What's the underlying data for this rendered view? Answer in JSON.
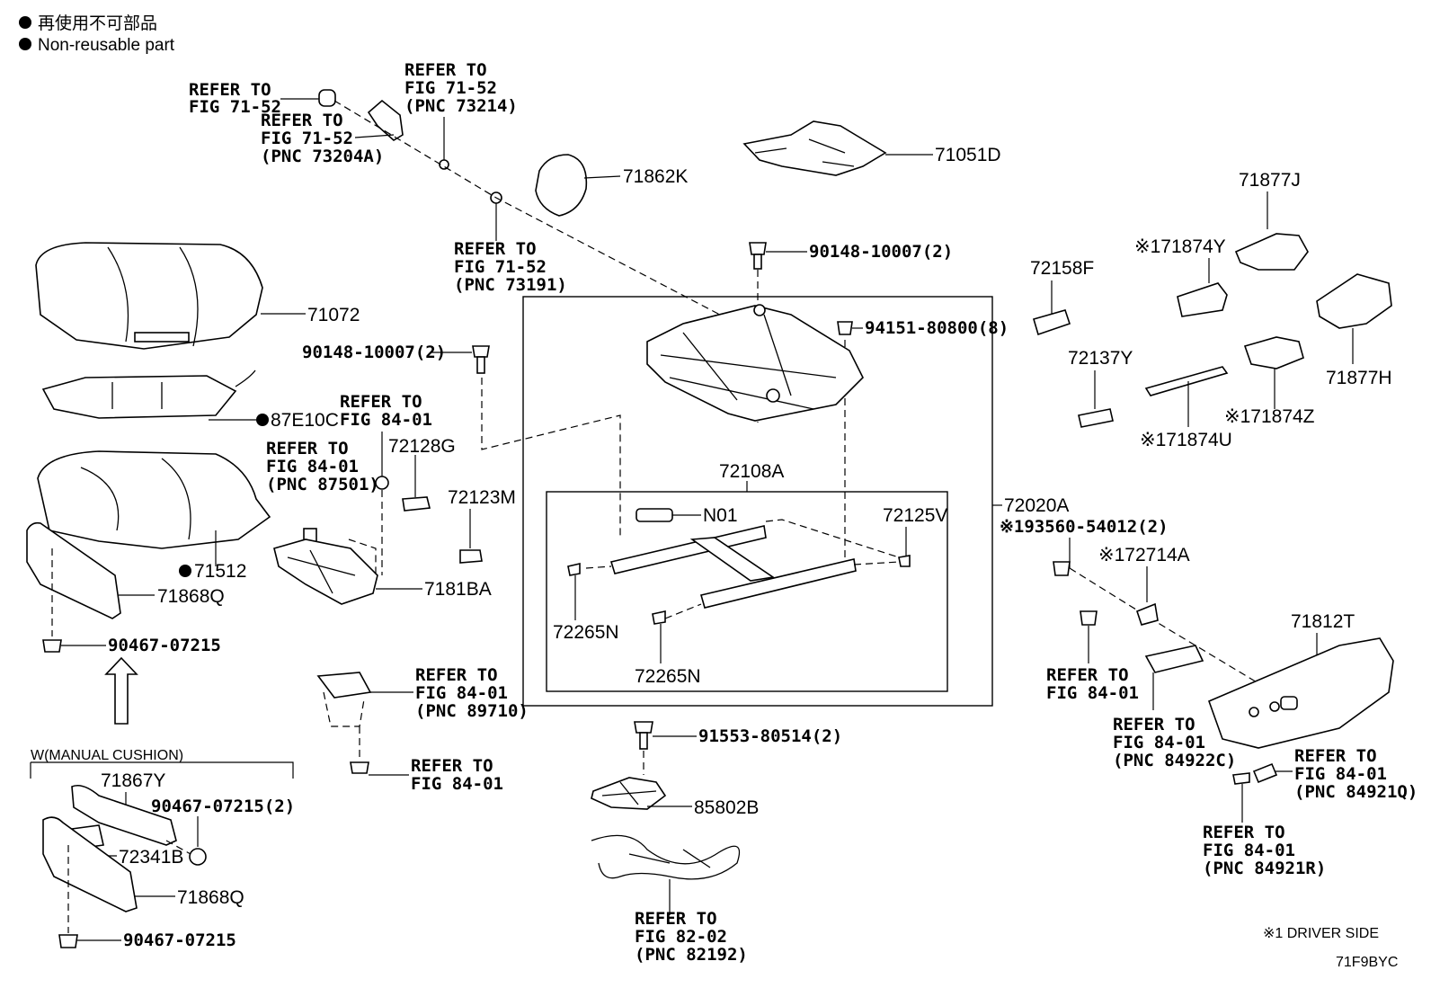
{
  "legend": {
    "line1": "再使用不可部品",
    "line2": "Non-reusable part"
  },
  "labels": {
    "p71072": "71072",
    "p87E10C": "87E10C",
    "p71512": "71512",
    "p71868Q_a": "71868Q",
    "p90467_a": "90467-07215",
    "p90148_a": "90148-10007(2)",
    "p72128G": "72128G",
    "p72123M": "72123M",
    "p7181BA": "7181BA",
    "p71862K": "71862K",
    "p71051D": "71051D",
    "p90148_b": "90148-10007(2)",
    "p94151": "94151-80800(8)",
    "p72108A": "72108A",
    "pN01": "N01",
    "p72125V": "72125V",
    "p72265N_a": "72265N",
    "p72265N_b": "72265N",
    "p72020A": "72020A",
    "p193560": "※193560-54012(2)",
    "p72714A": "※172714A",
    "p71812T": "71812T",
    "p72158F": "72158F",
    "p72137Y": "72137Y",
    "p71877J": "71877J",
    "p71874Y": "※171874Y",
    "p71877H": "71877H",
    "p71874Z": "※171874Z",
    "p71874U": "※171874U",
    "p91553": "91553-80514(2)",
    "p85802B": "85802B",
    "p71867Y": "71867Y",
    "p90467_2": "90467-07215(2)",
    "p72341B": "72341B",
    "p71868Q_b": "71868Q",
    "p90467_b": "90467-07215"
  },
  "refers": {
    "r1": [
      "REFER TO",
      "FIG 71-52"
    ],
    "r2": [
      "REFER TO",
      "FIG 71-52",
      "(PNC 73204A)"
    ],
    "r3": [
      "REFER TO",
      "FIG 71-52",
      "(PNC 73214)"
    ],
    "r4": [
      "REFER TO",
      "FIG 71-52",
      "(PNC 73191)"
    ],
    "r5": [
      "REFER TO",
      "FIG 84-01"
    ],
    "r6": [
      "REFER TO",
      "FIG 84-01",
      "(PNC 87501)"
    ],
    "r7": [
      "REFER TO",
      "FIG 84-01",
      "(PNC 89710)"
    ],
    "r8": [
      "REFER TO",
      "FIG 84-01"
    ],
    "r9": [
      "REFER TO",
      "FIG 82-02",
      "(PNC 82192)"
    ],
    "r10": [
      "REFER TO",
      "FIG 84-01"
    ],
    "r11": [
      "REFER TO",
      "FIG 84-01",
      "(PNC 84922C)"
    ],
    "r12": [
      "REFER TO",
      "FIG 84-01",
      "(PNC 84921Q)"
    ],
    "r13": [
      "REFER TO",
      "FIG 84-01",
      "(PNC 84921R)"
    ]
  },
  "manual_cushion_title": "W(MANUAL CUSHION)",
  "footnote": "※1 DRIVER SIDE",
  "figure_code": "71F9BYC"
}
